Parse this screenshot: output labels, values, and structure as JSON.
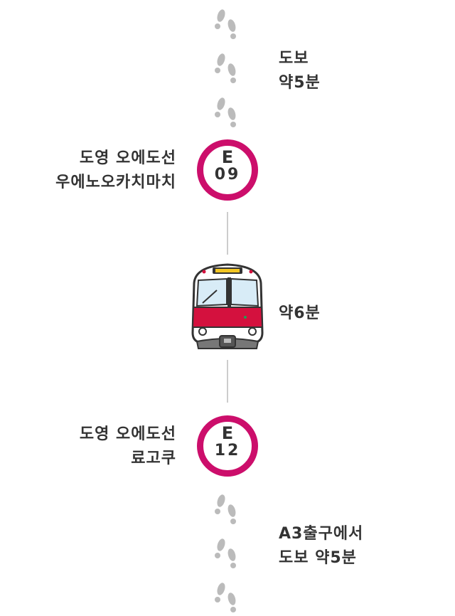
{
  "walk_top": {
    "line1": "도보",
    "line2": "약5분"
  },
  "station_a": {
    "line_name": "도영 오에도선",
    "station_name": "우에노오카치마치",
    "line_code": "E",
    "number": "09"
  },
  "ride": {
    "duration": "약6분"
  },
  "station_b": {
    "line_name": "도영 오에도선",
    "station_name": "료고쿠",
    "line_code": "E",
    "number": "12"
  },
  "walk_bottom": {
    "line1": "A3출구에서",
    "line2": "도보 약5분"
  },
  "colors": {
    "accent": "#cc0e6b",
    "text": "#333333",
    "footprint": "#bbbbbb",
    "connector": "#cccccc",
    "train_red": "#d4113e"
  },
  "icons": {
    "footprints": "footprints-icon",
    "train": "train-icon"
  }
}
